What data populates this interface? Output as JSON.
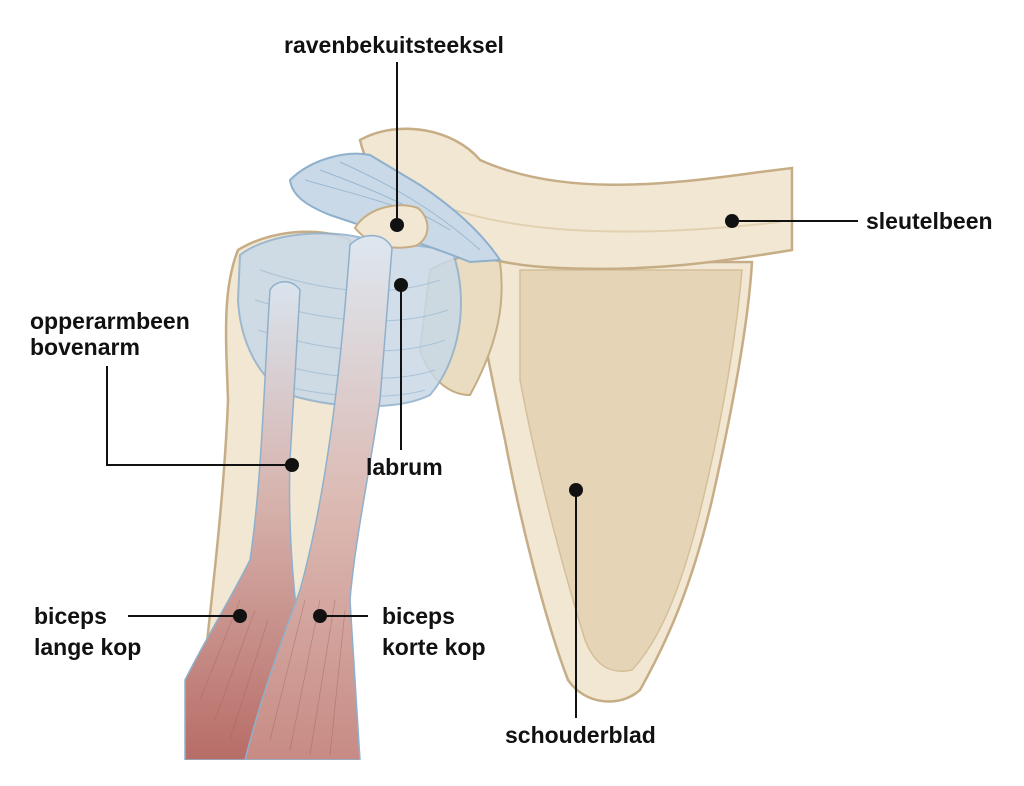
{
  "labels": {
    "coracoid": "ravenbekuitsteeksel",
    "clavicle": "sleutelbeen",
    "humerus_line1": "opperarmbeen",
    "humerus_line2": "bovenarm",
    "labrum": "labrum",
    "biceps_long_line1": "biceps",
    "biceps_long_line2": "lange kop",
    "biceps_short_line1": "biceps",
    "biceps_short_line2": "korte kop",
    "scapula": "schouderblad"
  },
  "colors": {
    "bone_fill": "#f1e7d3",
    "bone_shade": "#e3d2b2",
    "bone_outline": "#c6ad85",
    "ligament": "#c9d9e7",
    "ligament_line": "#8fb0cc",
    "tendon": "#d9e4ee",
    "muscle": "#c0807a",
    "muscle_dark": "#9d4c48",
    "leader_line": "#111111"
  }
}
